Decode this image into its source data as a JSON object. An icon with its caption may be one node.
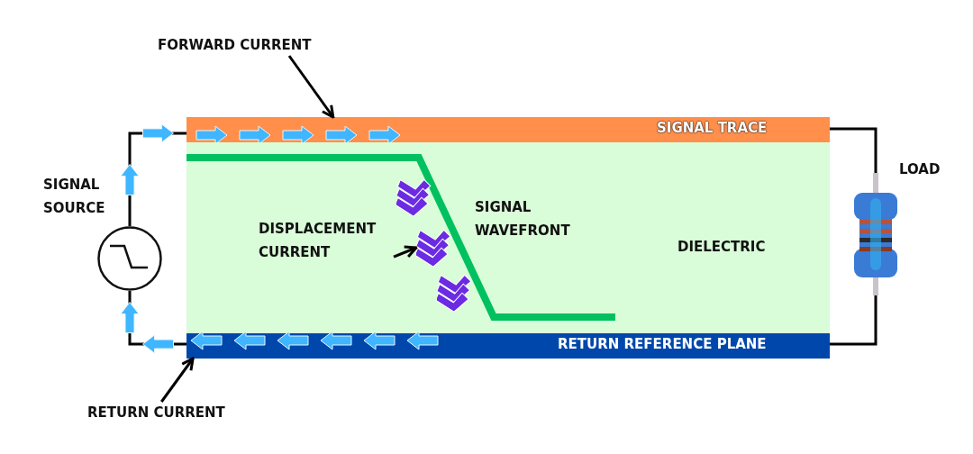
{
  "diagram": {
    "nodes": [
      {
        "text": [
          "SIGNAL TRACE"
        ]
      },
      {
        "text": [
          "DIELECTRIC"
        ]
      },
      {
        "text": [
          "RETURN REFERENCE PLANE"
        ]
      },
      {
        "text": [
          "SIGNAL SOURCE"
        ]
      },
      {
        "text": [
          "LOAD"
        ]
      },
      {
        "text": [
          "FORWARD CURRENT"
        ]
      },
      {
        "text": [
          "RETURN CURRENT"
        ]
      },
      {
        "text": [
          "DISPLACEMENT CURRENT"
        ],
        "in": 1
      },
      {
        "text": [],
        "shape": "chevron",
        "in": 1
      }
    ],
    "edges": [
      {
        "from": 5,
        "to": 0,
        "arrow": "to"
      },
      {
        "from": 6,
        "to": 2,
        "arrow": "to"
      },
      {
        "from": 7,
        "to": 8,
        "arrow": "to"
      },
      {
        "from": 3,
        "to": 0,
        "arrow": "none"
      },
      {
        "from": 2,
        "to": 3,
        "arrow": "none"
      },
      {
        "from": 4,
        "to": 0,
        "arrow": "none"
      },
      {
        "from": 4,
        "to": 2,
        "arrow": "none"
      }
    ],
    "labels": [
      "SIGNAL WAVEFRONT"
    ]
  }
}
